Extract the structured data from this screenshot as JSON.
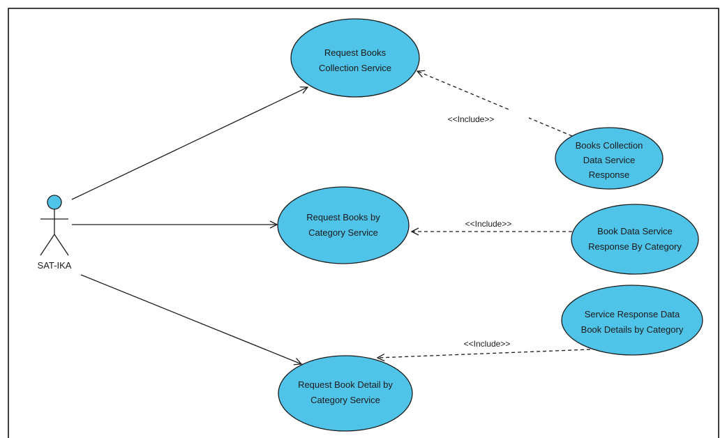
{
  "diagram": {
    "colors": {
      "use_case_fill": "#4fc3e8",
      "use_case_stroke": "#1c1c1c",
      "line": "#1c1c1c",
      "frame": "#000000"
    },
    "actor": {
      "label": "SAT-IKA",
      "icon": "stick-figure-icon"
    },
    "use_cases": {
      "request_books_collection": {
        "lines": [
          "Request Books",
          "Collection Service"
        ]
      },
      "books_collection_response": {
        "lines": [
          "Books Collection",
          "Data Service",
          "Response"
        ]
      },
      "request_books_by_category": {
        "lines": [
          "Request Books by",
          "Category Service"
        ]
      },
      "book_data_response_by_category": {
        "lines": [
          "Book Data Service",
          "Response By Category"
        ]
      },
      "service_response_book_details": {
        "lines": [
          "Service Response Data",
          "Book Details by Category"
        ]
      },
      "request_book_detail_by_category": {
        "lines": [
          "Request Book Detail by",
          "Category Service"
        ]
      }
    },
    "relations": {
      "include_1": {
        "label": "<<Include>>"
      },
      "include_2": {
        "label": "<<Include>>"
      },
      "include_3": {
        "label": "<<Include>>"
      }
    }
  }
}
